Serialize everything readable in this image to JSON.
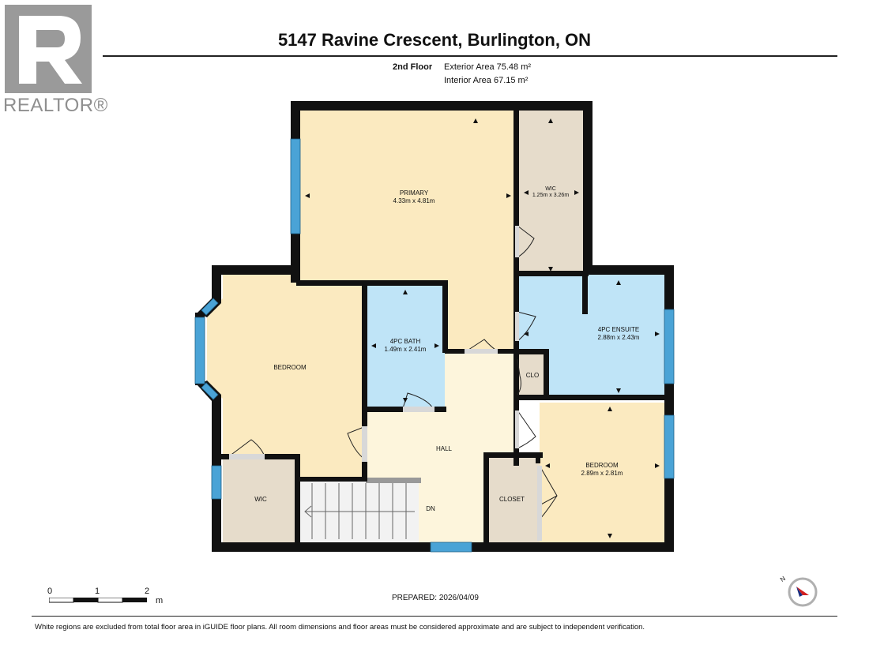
{
  "header": {
    "title": "5147 Ravine Crescent, Burlington, ON",
    "floor": "2nd Floor",
    "exterior_area": "Exterior Area 75.48 m²",
    "interior_area": "Interior Area 67.15 m²"
  },
  "logo": {
    "text": "REALTOR®",
    "icon": "realtor-r-logo"
  },
  "rooms": {
    "primary": {
      "name": "PRIMARY",
      "dims": "4.33m x 4.81m"
    },
    "wic_primary": {
      "name": "WIC",
      "dims": "1.25m x 3.26m"
    },
    "ensuite": {
      "name": "4PC ENSUITE",
      "dims": "2.88m x 2.43m"
    },
    "bath": {
      "name": "4PC BATH",
      "dims": "1.49m x 2.41m"
    },
    "bedroom_left": {
      "name": "BEDROOM"
    },
    "clo": {
      "name": "CLO"
    },
    "hall": {
      "name": "HALL"
    },
    "bedroom_right": {
      "name": "BEDROOM",
      "dims": "2.89m x 2.81m"
    },
    "closet": {
      "name": "CLOSET"
    },
    "wic_left": {
      "name": "WIC"
    },
    "stairs": {
      "name": "DN"
    }
  },
  "scale": {
    "ticks": [
      "0",
      "1",
      "2"
    ],
    "unit": "m"
  },
  "compass": {
    "label": "N",
    "icon": "compass-icon"
  },
  "prepared": "PREPARED: 2026/04/09",
  "footer": "White regions are excluded from total floor area in iGUIDE floor plans. All room dimensions and floor areas must be considered approximate and are subject to independent verification.",
  "colors": {
    "primary": "#fbeac0",
    "wic_primary": "#e6dccb",
    "ensuite": "#bfe4f7",
    "bath": "#bfe4f7",
    "bedroom_left": "#fbeac0",
    "bedroom_right": "#fbeac0",
    "hall": "#fdf5dc",
    "closet": "#e6dccb",
    "wic_left": "#e6dccb",
    "clo": "#e6dccb",
    "wall": "#111111",
    "window": "#4aa3d6"
  }
}
